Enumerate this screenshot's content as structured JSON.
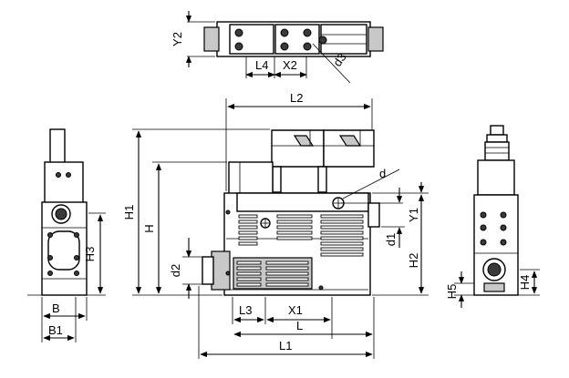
{
  "dimensions": {
    "Y2": "Y2",
    "L4": "L4",
    "X2": "X2",
    "d3": "d3",
    "L2": "L2",
    "d": "d",
    "Y1": "Y1",
    "H1": "H1",
    "H": "H",
    "H3": "H3",
    "d2": "d2",
    "d1": "d1",
    "H2": "H2",
    "H5": "H5",
    "H4": "H4",
    "B": "B",
    "B1": "B1",
    "L3": "L3",
    "X1": "X1",
    "L": "L",
    "L1": "L1"
  }
}
